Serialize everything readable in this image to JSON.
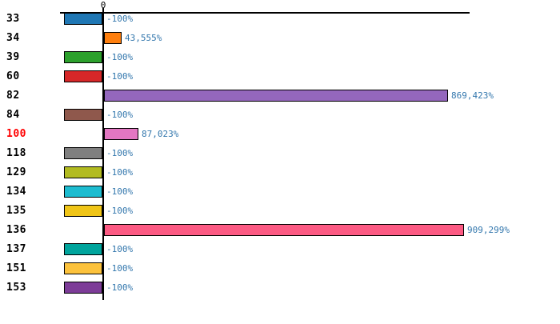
{
  "chart_data": {
    "type": "bar",
    "orientation": "horizontal",
    "title": "",
    "xlabel": "",
    "ylabel": "",
    "grid": false,
    "legend": false,
    "axis": {
      "zero_tick_label": "0"
    },
    "value_label_color": "#3377ad",
    "highlight_color": "#ff0000",
    "highlighted_category": "100",
    "categories": [
      "33",
      "34",
      "39",
      "60",
      "82",
      "84",
      "100",
      "118",
      "129",
      "134",
      "135",
      "136",
      "137",
      "151",
      "153"
    ],
    "values": [
      -100,
      43555,
      -100,
      -100,
      869423,
      -100,
      87023,
      -100,
      -100,
      -100,
      -100,
      909299,
      -100,
      -100,
      -100
    ],
    "rows": [
      {
        "category": "33",
        "value": -100,
        "value_label": "-100%",
        "color": "#1f77b4",
        "highlight": false
      },
      {
        "category": "34",
        "value": 43555,
        "value_label": "43,555%",
        "color": "#ff7f0e",
        "highlight": false
      },
      {
        "category": "39",
        "value": -100,
        "value_label": "-100%",
        "color": "#2ca02c",
        "highlight": false
      },
      {
        "category": "60",
        "value": -100,
        "value_label": "-100%",
        "color": "#d62728",
        "highlight": false
      },
      {
        "category": "82",
        "value": 869423,
        "value_label": "869,423%",
        "color": "#9467bd",
        "highlight": false
      },
      {
        "category": "84",
        "value": -100,
        "value_label": "-100%",
        "color": "#8f584c",
        "highlight": false
      },
      {
        "category": "100",
        "value": 87023,
        "value_label": "87,023%",
        "color": "#e377c2",
        "highlight": true
      },
      {
        "category": "118",
        "value": -100,
        "value_label": "-100%",
        "color": "#7f7f7f",
        "highlight": false
      },
      {
        "category": "129",
        "value": -100,
        "value_label": "-100%",
        "color": "#b2bb20",
        "highlight": false
      },
      {
        "category": "134",
        "value": -100,
        "value_label": "-100%",
        "color": "#1dbcd0",
        "highlight": false
      },
      {
        "category": "135",
        "value": -100,
        "value_label": "-100%",
        "color": "#f0c517",
        "highlight": false
      },
      {
        "category": "136",
        "value": 909299,
        "value_label": "909,299%",
        "color": "#fc5a83",
        "highlight": false
      },
      {
        "category": "137",
        "value": -100,
        "value_label": "-100%",
        "color": "#00a49c",
        "highlight": false
      },
      {
        "category": "151",
        "value": -100,
        "value_label": "-100%",
        "color": "#fcc23c",
        "highlight": false
      },
      {
        "category": "153",
        "value": -100,
        "value_label": "-100%",
        "color": "#7d3c98",
        "highlight": false
      }
    ]
  }
}
